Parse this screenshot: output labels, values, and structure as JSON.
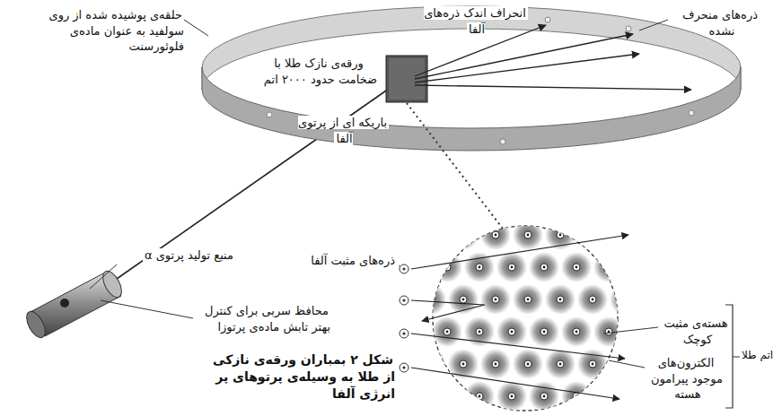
{
  "diagram": {
    "caption": "شکل ۲ بمباران ورقه‌ی نازکی از طلا به وسیله‌ی پرتوهای پر انرژی آلفا",
    "labels": [
      "حلقه‌ی پوشیده شده از روی سولفید به عنوان ماده‌ی فلوئورسنت",
      "انحراف اندک ذره‌های آلفا",
      "ذره‌های منحرف نشده",
      "ورقه‌ی نازک طلا با ضخامت حدود ۲۰۰۰ اتم",
      "باریکه ای از پرتوی آلفا",
      "منبع تولید پرتوی α",
      "محافظ سربی برای کنترل بهتر تابش ماده‌ی پرتوزا",
      "ذره‌های مثبت آلفا",
      "هسته‌ی مثبت کوچک",
      "الکترون‌های موجود پیرامون هسته",
      "اتم طلا"
    ]
  }
}
